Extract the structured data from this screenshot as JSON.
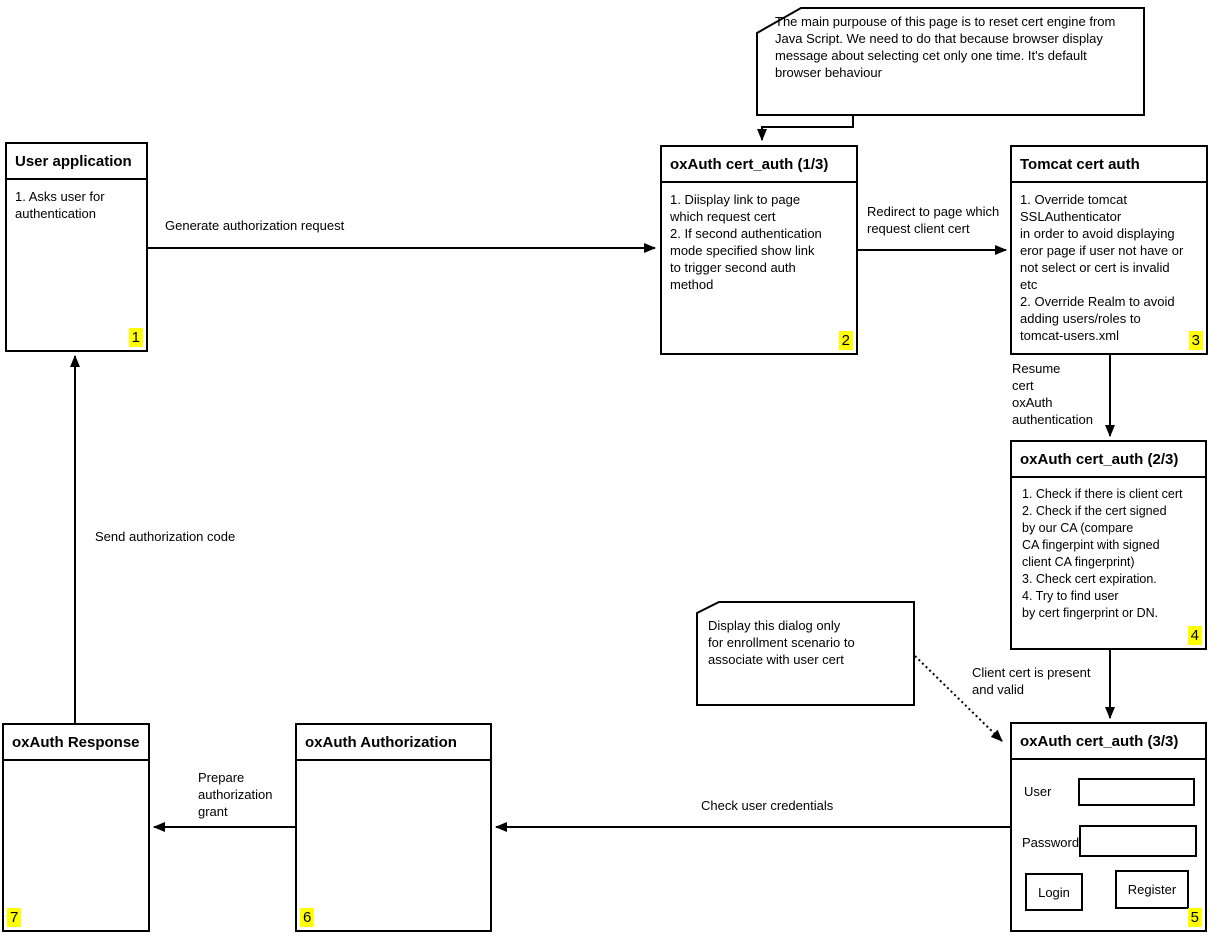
{
  "diagram": {
    "colors": {
      "line": "#000000",
      "badge_highlight": "#ffff00",
      "background": "#ffffff"
    },
    "notes": {
      "top_note": "The main purpouse of this page is to reset cert engine from\nJava Script. We need to do that because browser display\nmessage about selecting cet only one time. It's default\nbrowser behaviour",
      "dialog_note": "Display this dialog only\nfor enrollment scenario to\nassociate with user cert"
    },
    "boxes": {
      "user_app": {
        "title": "User application",
        "body": "1. Asks user for\nauthentication",
        "badge": "1"
      },
      "cert1": {
        "title": "oxAuth cert_auth (1/3)",
        "body": "1. Diisplay link to page\nwhich request cert\n2. If second authentication\nmode specified show link\nto trigger second auth\nmethod",
        "badge": "2"
      },
      "tomcat": {
        "title": "Tomcat cert auth",
        "body": "1. Override tomcat\nSSLAuthenticator\nin order to avoid displaying\neror page if user not have or\nnot select or cert is invalid\netc\n2. Override Realm to avoid\nadding users/roles to\ntomcat-users.xml",
        "badge": "3"
      },
      "cert2": {
        "title": "oxAuth cert_auth (2/3)",
        "body": "1. Check if there is client cert\n2. Check if the cert signed\nby our CA (compare\nCA fingerpint with signed\nclient CA fingerprint)\n3. Check cert expiration.\n4. Try to find user\nby cert fingerprint or DN.",
        "badge": "4"
      },
      "cert3": {
        "title": "oxAuth cert_auth (3/3)",
        "badge": "5"
      },
      "authz": {
        "title": "oxAuth Authorization",
        "badge": "6"
      },
      "response": {
        "title": "oxAuth Response",
        "badge": "7"
      }
    },
    "edge_labels": {
      "generate": "Generate authorization request",
      "redirect": "Redirect to page which\nrequest client cert",
      "resume": "Resume\ncert\noxAuth\nauthentication",
      "client_cert_valid": "Client cert is present\nand valid",
      "check_credentials": "Check user credentials",
      "prepare_grant": "Prepare\nauthorization\ngrant",
      "send_code": "Send authorization code"
    },
    "login_form": {
      "user_label": "User",
      "user_value": "",
      "password_label": "Password",
      "password_value": "",
      "login_button": "Login",
      "register_button": "Register"
    }
  }
}
